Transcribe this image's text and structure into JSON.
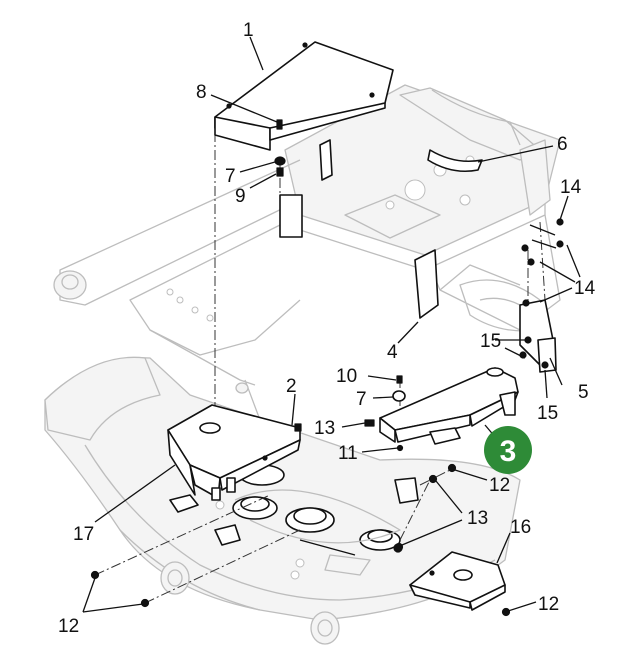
{
  "callouts": [
    {
      "id": "c1",
      "text": "1"
    },
    {
      "id": "c2",
      "text": "2"
    },
    {
      "id": "c4",
      "text": "4"
    },
    {
      "id": "c5",
      "text": "5"
    },
    {
      "id": "c6",
      "text": "6"
    },
    {
      "id": "c7a",
      "text": "7"
    },
    {
      "id": "c7b",
      "text": "7"
    },
    {
      "id": "c8",
      "text": "8"
    },
    {
      "id": "c9",
      "text": "9"
    },
    {
      "id": "c10",
      "text": "10"
    },
    {
      "id": "c11",
      "text": "11"
    },
    {
      "id": "c12a",
      "text": "12"
    },
    {
      "id": "c12b",
      "text": "12"
    },
    {
      "id": "c12c",
      "text": "12"
    },
    {
      "id": "c13a",
      "text": "13"
    },
    {
      "id": "c13b",
      "text": "13"
    },
    {
      "id": "c14a",
      "text": "14"
    },
    {
      "id": "c14b",
      "text": "14"
    },
    {
      "id": "c15a",
      "text": "15"
    },
    {
      "id": "c15b",
      "text": "15"
    },
    {
      "id": "c16",
      "text": "16"
    },
    {
      "id": "c17",
      "text": "17"
    }
  ],
  "step_badge": {
    "text": "3",
    "color": "#2e8b37"
  },
  "colors": {
    "line": "#111111",
    "ghost": "#bdbdbd"
  }
}
